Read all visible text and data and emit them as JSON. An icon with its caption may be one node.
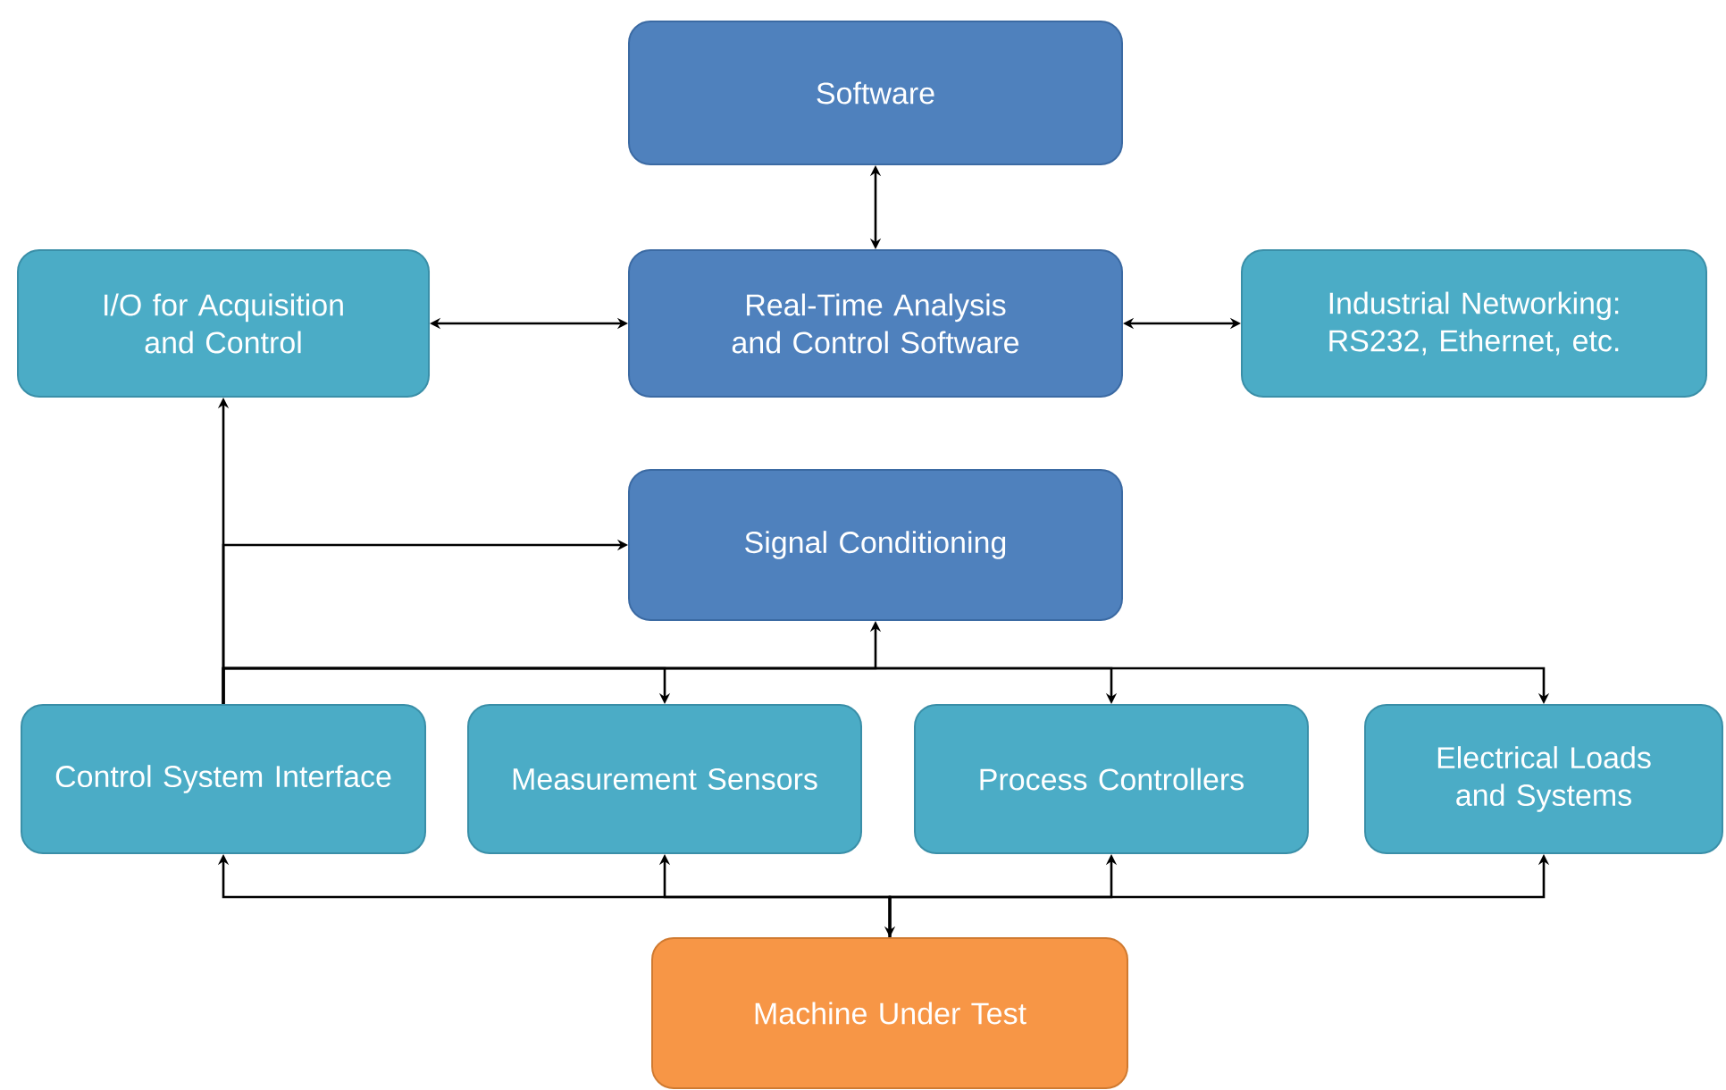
{
  "diagram": {
    "nodes": [
      {
        "text": [
          "Software"
        ]
      },
      {
        "text": [
          "I/O for Acquisition and Control"
        ]
      },
      {
        "text": [
          "Real-Time Analysis and Control Software"
        ]
      },
      {
        "text": [
          "Industrial Networking: RS232, Ethernet, etc."
        ]
      },
      {
        "text": [
          "Signal Conditioning"
        ]
      },
      {
        "text": [
          "Control System Interface"
        ]
      },
      {
        "text": [
          "Measurement Sensors"
        ]
      },
      {
        "text": [
          "Process Controllers"
        ]
      },
      {
        "text": [
          "Electrical Loads and Systems"
        ]
      },
      {
        "text": [
          "Machine Under Test"
        ]
      }
    ],
    "edges": [
      {
        "from": 0,
        "to": 2,
        "arrow": "both"
      },
      {
        "from": 1,
        "to": 2,
        "arrow": "both"
      },
      {
        "from": 2,
        "to": 3,
        "arrow": "both"
      },
      {
        "from": 5,
        "to": 1,
        "arrow": "to"
      },
      {
        "from": 5,
        "to": 4,
        "arrow": "to"
      },
      {
        "from": 5,
        "to": 4,
        "arrow": "to"
      },
      {
        "from": 5,
        "to": 6,
        "arrow": "to"
      },
      {
        "from": 5,
        "to": 7,
        "arrow": "to"
      },
      {
        "from": 5,
        "to": 8,
        "arrow": "to"
      },
      {
        "from": 9,
        "to": 5,
        "arrow": "both"
      },
      {
        "from": 9,
        "to": 6,
        "arrow": "both"
      },
      {
        "from": 9,
        "to": 7,
        "arrow": "both"
      },
      {
        "from": 9,
        "to": 8,
        "arrow": "both"
      }
    ]
  }
}
